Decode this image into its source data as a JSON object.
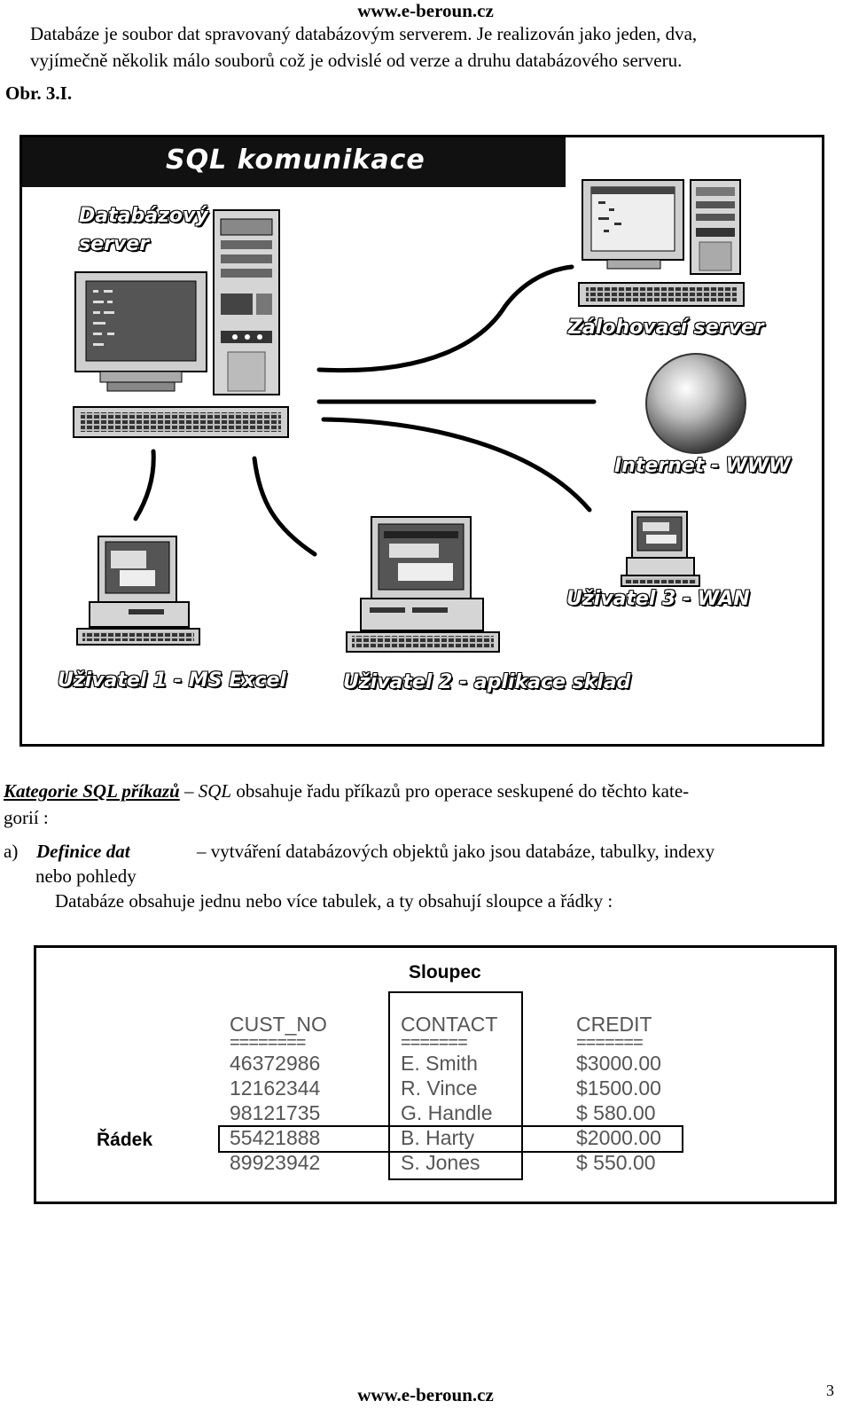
{
  "header": {
    "site": "www.e-beroun.cz"
  },
  "intro": {
    "line1": "Databáze je soubor dat spravovaný databázovým serverem. Je realizován jako jeden, dva,",
    "line2": "vyjímečně několik málo souborů což je odvislé od verze a druhu databázového serveru.",
    "figure_label": "Obr. 3.I."
  },
  "figure1": {
    "title": "SQL komunikace",
    "db_server_line1": "Databázový",
    "db_server_line2": "server",
    "backup_server": "Zálohovací server",
    "internet": "Internet - WWW",
    "user1": "Uživatel 1 - MS Excel",
    "user2": "Uživatel 2 - aplikace sklad",
    "user3": "Uživatel 3 - WAN"
  },
  "categories": {
    "term": "Kategorie SQL příkazů",
    "dash": " – ",
    "sql": "SQL",
    "text": " obsahuje řadu příkazů pro operace seskupené do těchto kate-",
    "text2": "gorií :"
  },
  "item_a": {
    "marker": "a)",
    "term": "Definice dat",
    "desc": "– vytváření databázových objektů jako jsou databáze, tabulky, indexy",
    "desc2": "nebo pohledy",
    "note": "Databáze obsahuje jednu nebo více tabulek, a ty obsahují sloupce a řádky :"
  },
  "figure2": {
    "column_label": "Sloupec",
    "row_label": "Řádek",
    "separator": "=======",
    "columns": [
      {
        "header": "CUST_NO",
        "sep": "========",
        "cells": [
          "46372986",
          "12162344",
          "98121735",
          "55421888",
          "89923942"
        ]
      },
      {
        "header": "CONTACT",
        "sep": "=======",
        "cells": [
          "E. Smith",
          "R. Vince",
          "G. Handle",
          "B. Harty",
          "S. Jones"
        ]
      },
      {
        "header": "CREDIT",
        "sep": "=======",
        "cells": [
          "$3000.00",
          "$1500.00",
          "$ 580.00",
          "$2000.00",
          "$ 550.00"
        ]
      }
    ]
  },
  "footer": {
    "site": "www.e-beroun.cz",
    "page": "3"
  }
}
